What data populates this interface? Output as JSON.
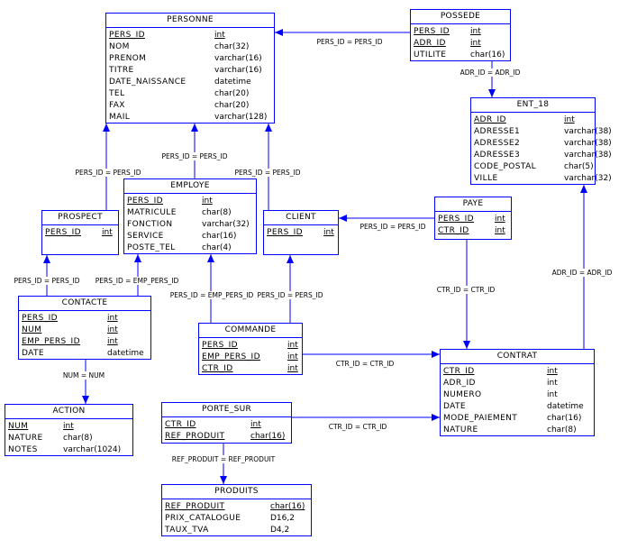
{
  "entities": {
    "personne": {
      "title": "PERSONNE",
      "attributes": [
        {
          "name": "PERS_ID",
          "type": "int",
          "pk": true
        },
        {
          "name": "NOM",
          "type": "char(32)",
          "pk": false
        },
        {
          "name": "PRENOM",
          "type": "varchar(16)",
          "pk": false
        },
        {
          "name": "TITRE",
          "type": "varchar(16)",
          "pk": false
        },
        {
          "name": "DATE_NAISSANCE",
          "type": "datetime",
          "pk": false
        },
        {
          "name": "TEL",
          "type": "char(20)",
          "pk": false
        },
        {
          "name": "FAX",
          "type": "char(20)",
          "pk": false
        },
        {
          "name": "MAIL",
          "type": "varchar(128)",
          "pk": false
        }
      ]
    },
    "possede": {
      "title": "POSSEDE",
      "attributes": [
        {
          "name": "PERS_ID",
          "type": "int",
          "pk": true
        },
        {
          "name": "ADR_ID",
          "type": "int",
          "pk": true
        },
        {
          "name": "UTILITE",
          "type": "char(16)",
          "pk": false
        }
      ]
    },
    "ent18": {
      "title": "ENT_18",
      "attributes": [
        {
          "name": "ADR_ID",
          "type": "int",
          "pk": true
        },
        {
          "name": "ADRESSE1",
          "type": "varchar(38)",
          "pk": false
        },
        {
          "name": "ADRESSE2",
          "type": "varchar(38)",
          "pk": false
        },
        {
          "name": "ADRESSE3",
          "type": "varchar(38)",
          "pk": false
        },
        {
          "name": "CODE_POSTAL",
          "type": "char(5)",
          "pk": false
        },
        {
          "name": "VILLE",
          "type": "varchar(32)",
          "pk": false
        }
      ]
    },
    "employe": {
      "title": "EMPLOYE",
      "attributes": [
        {
          "name": "PERS_ID",
          "type": "int",
          "pk": true
        },
        {
          "name": "MATRICULE",
          "type": "char(8)",
          "pk": false
        },
        {
          "name": "FONCTION",
          "type": "varchar(32)",
          "pk": false
        },
        {
          "name": "SERVICE",
          "type": "char(16)",
          "pk": false
        },
        {
          "name": "POSTE_TEL",
          "type": "char(4)",
          "pk": false
        }
      ]
    },
    "prospect": {
      "title": "PROSPECT",
      "attributes": [
        {
          "name": "PERS_ID",
          "type": "int",
          "pk": true
        }
      ]
    },
    "client": {
      "title": "CLIENT",
      "attributes": [
        {
          "name": "PERS_ID",
          "type": "int",
          "pk": true
        }
      ]
    },
    "paye": {
      "title": "PAYE",
      "attributes": [
        {
          "name": "PERS_ID",
          "type": "int",
          "pk": true
        },
        {
          "name": "CTR_ID",
          "type": "int",
          "pk": true
        }
      ]
    },
    "contacte": {
      "title": "CONTACTE",
      "attributes": [
        {
          "name": "PERS_ID",
          "type": "int",
          "pk": true
        },
        {
          "name": "NUM",
          "type": "int",
          "pk": true
        },
        {
          "name": "EMP_PERS_ID",
          "type": "int",
          "pk": true
        },
        {
          "name": "DATE",
          "type": "datetime",
          "pk": false
        }
      ]
    },
    "commande": {
      "title": "COMMANDE",
      "attributes": [
        {
          "name": "PERS_ID",
          "type": "int",
          "pk": true
        },
        {
          "name": "EMP_PERS_ID",
          "type": "int",
          "pk": true
        },
        {
          "name": "CTR_ID",
          "type": "int",
          "pk": true
        }
      ]
    },
    "contrat": {
      "title": "CONTRAT",
      "attributes": [
        {
          "name": "CTR_ID",
          "type": "int",
          "pk": true
        },
        {
          "name": "ADR_ID",
          "type": "int",
          "pk": false
        },
        {
          "name": "NUMERO",
          "type": "int",
          "pk": false
        },
        {
          "name": "DATE",
          "type": "datetime",
          "pk": false
        },
        {
          "name": "MODE_PAIEMENT",
          "type": "char(16)",
          "pk": false
        },
        {
          "name": "NATURE",
          "type": "char(8)",
          "pk": false
        }
      ]
    },
    "action": {
      "title": "ACTION",
      "attributes": [
        {
          "name": "NUM",
          "type": "int",
          "pk": true
        },
        {
          "name": "NATURE",
          "type": "char(8)",
          "pk": false
        },
        {
          "name": "NOTES",
          "type": "varchar(1024)",
          "pk": false
        }
      ]
    },
    "porte_sur": {
      "title": "PORTE_SUR",
      "attributes": [
        {
          "name": "CTR_ID",
          "type": "int",
          "pk": true
        },
        {
          "name": "REF_PRODUIT",
          "type": "char(16)",
          "pk": true
        }
      ]
    },
    "produits": {
      "title": "PRODUITS",
      "attributes": [
        {
          "name": "REF_PRODUIT",
          "type": "char(16)",
          "pk": true
        },
        {
          "name": "PRIX_CATALOGUE",
          "type": "D16,2",
          "pk": false
        },
        {
          "name": "TAUX_TVA",
          "type": "D4,2",
          "pk": false
        }
      ]
    }
  },
  "links": [
    {
      "id": "possede-personne",
      "label": "PERS_ID = PERS_ID"
    },
    {
      "id": "possede-ent18",
      "label": "ADR_ID = ADR_ID"
    },
    {
      "id": "employe-personne",
      "label": "PERS_ID = PERS_ID"
    },
    {
      "id": "prospect-personne",
      "label": "PERS_ID = PERS_ID"
    },
    {
      "id": "client-personne",
      "label": "PERS_ID = PERS_ID"
    },
    {
      "id": "paye-client",
      "label": "PERS_ID = PERS_ID"
    },
    {
      "id": "paye-contrat",
      "label": "CTR_ID = CTR_ID"
    },
    {
      "id": "contacte-prospect",
      "label": "PERS_ID = PERS_ID"
    },
    {
      "id": "contacte-employe",
      "label": "PERS_ID = EMP_PERS_ID"
    },
    {
      "id": "commande-employe",
      "label": "PERS_ID = EMP_PERS_ID"
    },
    {
      "id": "commande-client",
      "label": "PERS_ID = PERS_ID"
    },
    {
      "id": "commande-contrat",
      "label": "CTR_ID = CTR_ID"
    },
    {
      "id": "contrat-ent18",
      "label": "ADR_ID = ADR_ID"
    },
    {
      "id": "contacte-action",
      "label": "NUM = NUM"
    },
    {
      "id": "porte_sur-contrat",
      "label": "CTR_ID = CTR_ID"
    },
    {
      "id": "porte_sur-produits",
      "label": "REF_PRODUIT = REF_PRODUIT"
    }
  ]
}
